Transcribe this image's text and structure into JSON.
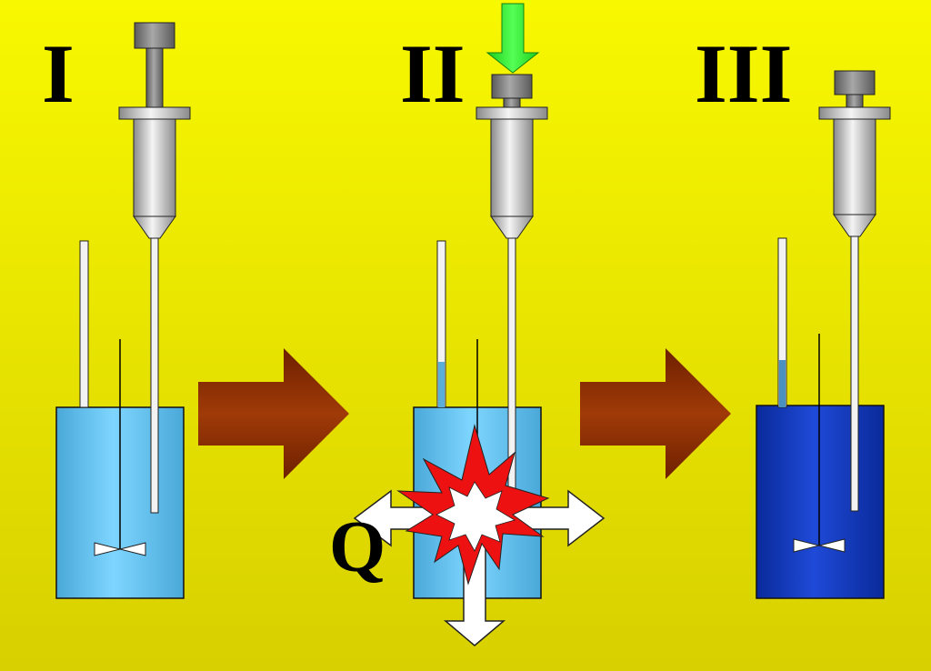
{
  "labels": {
    "stage_1": "I",
    "stage_2": "II",
    "stage_3": "III",
    "heat": "Q"
  },
  "colors": {
    "background_top": "#f8f800",
    "background_bottom": "#d8d000",
    "liquid_initial": "#66ccff",
    "liquid_final": "#0a2aa8",
    "process_arrow": "#8b2e00",
    "push_arrow": "#22ee22",
    "explosion_outer": "#ee1111",
    "explosion_inner": "#ffffff",
    "heat_arrows": "#ffffff",
    "syringe_metal": "#b8b8b8",
    "plunger_cap": "#7a7a7a"
  },
  "icons": {
    "vessel": "beaker-icon",
    "thermometer": "thermometer-icon",
    "syringe": "syringe-icon",
    "stirrer": "stirrer-icon",
    "process_arrow": "right-arrow-icon",
    "push_arrow": "down-arrow-icon",
    "explosion": "explosion-icon",
    "heat_arrows": "heat-flow-arrows-icon"
  }
}
